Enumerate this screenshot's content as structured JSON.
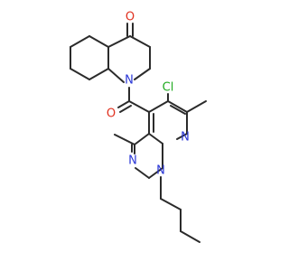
{
  "molecule": {
    "atoms": {
      "o_ketone": {
        "label": "O",
        "color": "#e0301e"
      },
      "n_quinoline": {
        "label": "N",
        "color": "#2a36d6"
      },
      "o_amide": {
        "label": "O",
        "color": "#e0301e"
      },
      "cl": {
        "label": "Cl",
        "color": "#1faa1f"
      },
      "n_pyridine": {
        "label": "N",
        "color": "#2a36d6"
      },
      "n_pyrazole_2": {
        "label": "N",
        "color": "#2a36d6"
      },
      "n_pyrazole_1": {
        "label": "N",
        "color": "#2a36d6"
      }
    }
  }
}
